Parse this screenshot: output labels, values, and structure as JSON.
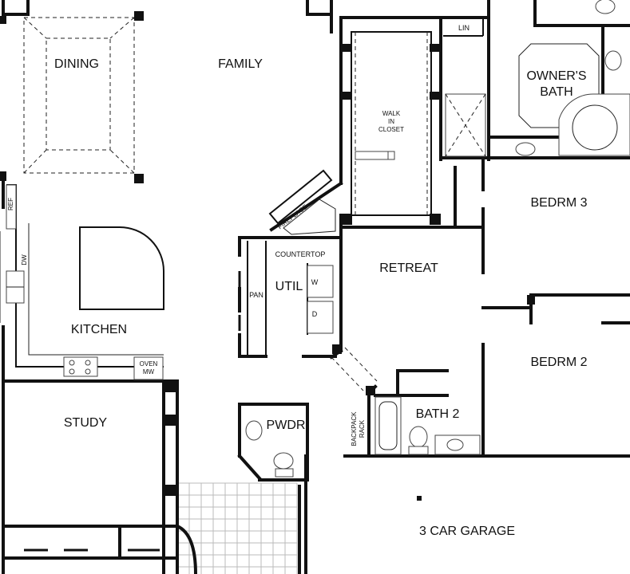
{
  "plan": {
    "rooms": {
      "dining": "DINING",
      "family": "FAMILY",
      "owners_bath_line1": "OWNER'S",
      "owners_bath_line2": "BATH",
      "walk_in_closet_line1": "WALK",
      "walk_in_closet_line2": "IN",
      "walk_in_closet_line3": "CLOSET",
      "lin": "LIN",
      "bedroom3": "BEDRM 3",
      "bedroom2": "BEDRM 2",
      "retreat": "RETREAT",
      "util": "UTIL",
      "kitchen": "KITCHEN",
      "study": "STUDY",
      "powder": "PWDR",
      "bath2": "BATH 2",
      "garage": "3 CAR GARAGE"
    },
    "fixtures": {
      "fireplace": "FIREPLACE",
      "countertop": "COUNTERTOP",
      "pantry": "PAN",
      "washer": "W",
      "dryer": "D",
      "refrigerator": "REF",
      "dishwasher": "DW",
      "oven_line1": "OVEN",
      "oven_line2": "MW",
      "backpack_line1": "BACKPACK",
      "backpack_line2": "RACK"
    }
  }
}
